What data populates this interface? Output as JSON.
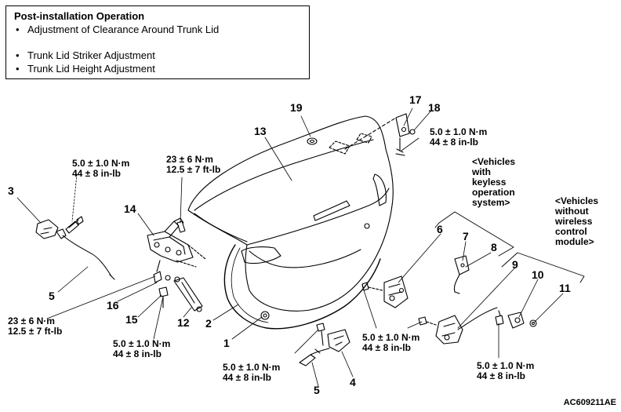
{
  "note": {
    "title": "Post-installation Operation",
    "items": [
      "Adjustment of Clearance Around Trunk Lid",
      "Trunk Lid Striker Adjustment",
      "Trunk Lid Height Adjustment"
    ]
  },
  "part_numbers": {
    "p1": "1",
    "p2": "2",
    "p3": "3",
    "p4": "4",
    "p5a": "5",
    "p5b": "5",
    "p6": "6",
    "p7": "7",
    "p8": "8",
    "p9": "9",
    "p10": "10",
    "p11": "11",
    "p12": "12",
    "p13": "13",
    "p14": "14",
    "p15": "15",
    "p16": "16",
    "p17": "17",
    "p18": "18",
    "p19": "19"
  },
  "torques": {
    "upper_left": [
      "5.0 ± 1.0 N·m",
      "44 ± 8 in-lb"
    ],
    "hinge_top": [
      "23 ± 6 N·m",
      "12.5 ± 7 ft-lb"
    ],
    "hinge_bottom": [
      "23 ± 6 N·m",
      "12.5 ± 7 ft-lb"
    ],
    "gas_spring": [
      "5.0 ± 1.0 N·m",
      "44 ± 8 in-lb"
    ],
    "latch_right_top": [
      "5.0 ± 1.0 N·m",
      "44 ± 8 in-lb"
    ],
    "striker": [
      "5.0 ± 1.0 N·m",
      "44 ± 8 in-lb"
    ],
    "latch_center": [
      "5.0 ± 1.0 N·m",
      "44 ± 8 in-lb"
    ],
    "latch_right_bottom": [
      "5.0 ± 1.0 N·m",
      "44 ± 8 in-lb"
    ]
  },
  "variants": {
    "keyless": [
      "<Vehicles",
      "with",
      "keyless",
      "operation",
      "system>"
    ],
    "no_wireless": [
      "<Vehicles",
      "without",
      "wireless",
      "control",
      "module>"
    ]
  },
  "figure_code": "AC609211AE"
}
